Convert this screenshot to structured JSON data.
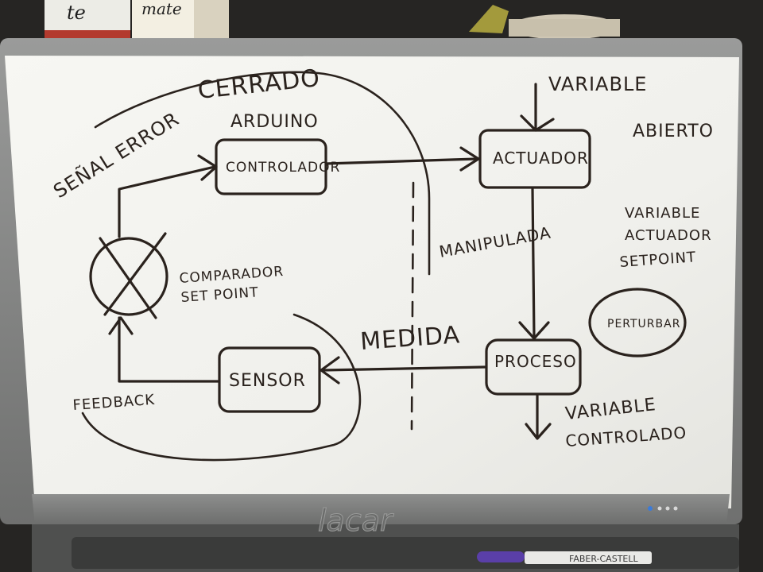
{
  "background_objects": {
    "box_left_label": "te",
    "box_right_label": "mate"
  },
  "whiteboard": {
    "brand": "lacar",
    "labels": {
      "cerrado": "CERRADO",
      "arduino": "ARDUINO",
      "senal_error": "SEÑAL ERROR",
      "controlador": "CONTROLADOR",
      "actuador": "ACTUADOR",
      "variable_top": "VARIABLE",
      "abierto": "ABIERTO",
      "manipula": "MANIPULADA",
      "comparador": "COMPARADOR",
      "set_point": "SET POINT",
      "medida": "MEDIDA",
      "proceso": "PROCESO",
      "sensor": "SENSOR",
      "feedback": "FEEDBACK",
      "variable_controlada_1": "VARIABLE",
      "variable_controlada_2": "CONTROLADO",
      "right_list_1": "VARIABLE",
      "right_list_2": "ACTUADOR",
      "right_list_3": "SETPOINT",
      "perturbar": "PERTURBAR"
    }
  },
  "colors": {
    "board": "#f2f2ee",
    "frame": "#8a8b8a",
    "ink": "#2a221d",
    "marker": "#5a3fa8"
  }
}
